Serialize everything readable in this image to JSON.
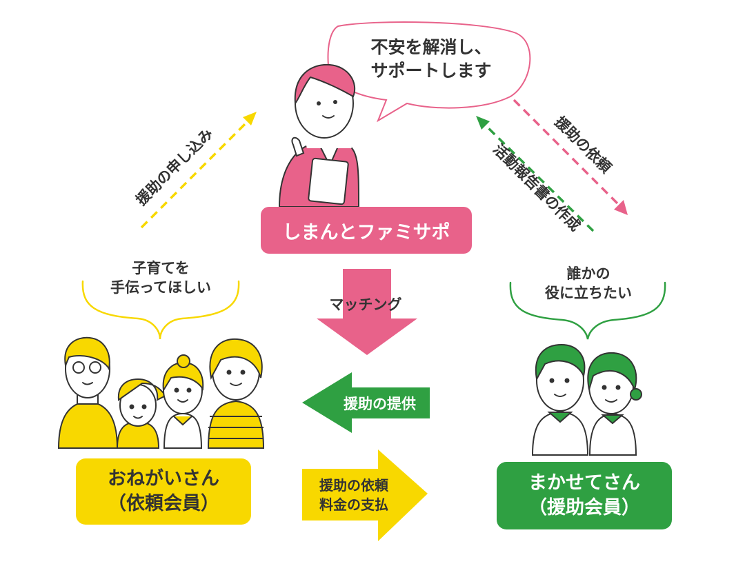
{
  "coordinator": {
    "speech_line1": "不安を解消し、",
    "speech_line2": "サポートします",
    "label": "しまんとファミサポ"
  },
  "arrows": {
    "apply": "援助の申し込み",
    "request": "援助の依頼",
    "report": "活動報告書の作成",
    "matching": "マッチング",
    "provide": "援助の提供",
    "pay_line1": "援助の依頼",
    "pay_line2": "料金の支払"
  },
  "requester": {
    "wish_line1": "子育てを",
    "wish_line2": "手伝ってほしい",
    "label_line1": "おねがいさん",
    "label_line2": "（依頼会員）"
  },
  "helper": {
    "wish_line1": "誰かの",
    "wish_line2": "役に立ちたい",
    "label_line1": "まかせてさん",
    "label_line2": "（援助会員）"
  },
  "colors": {
    "pink": "#e8628a",
    "yellow": "#f8d800",
    "green": "#2fa042",
    "text": "#333333"
  }
}
